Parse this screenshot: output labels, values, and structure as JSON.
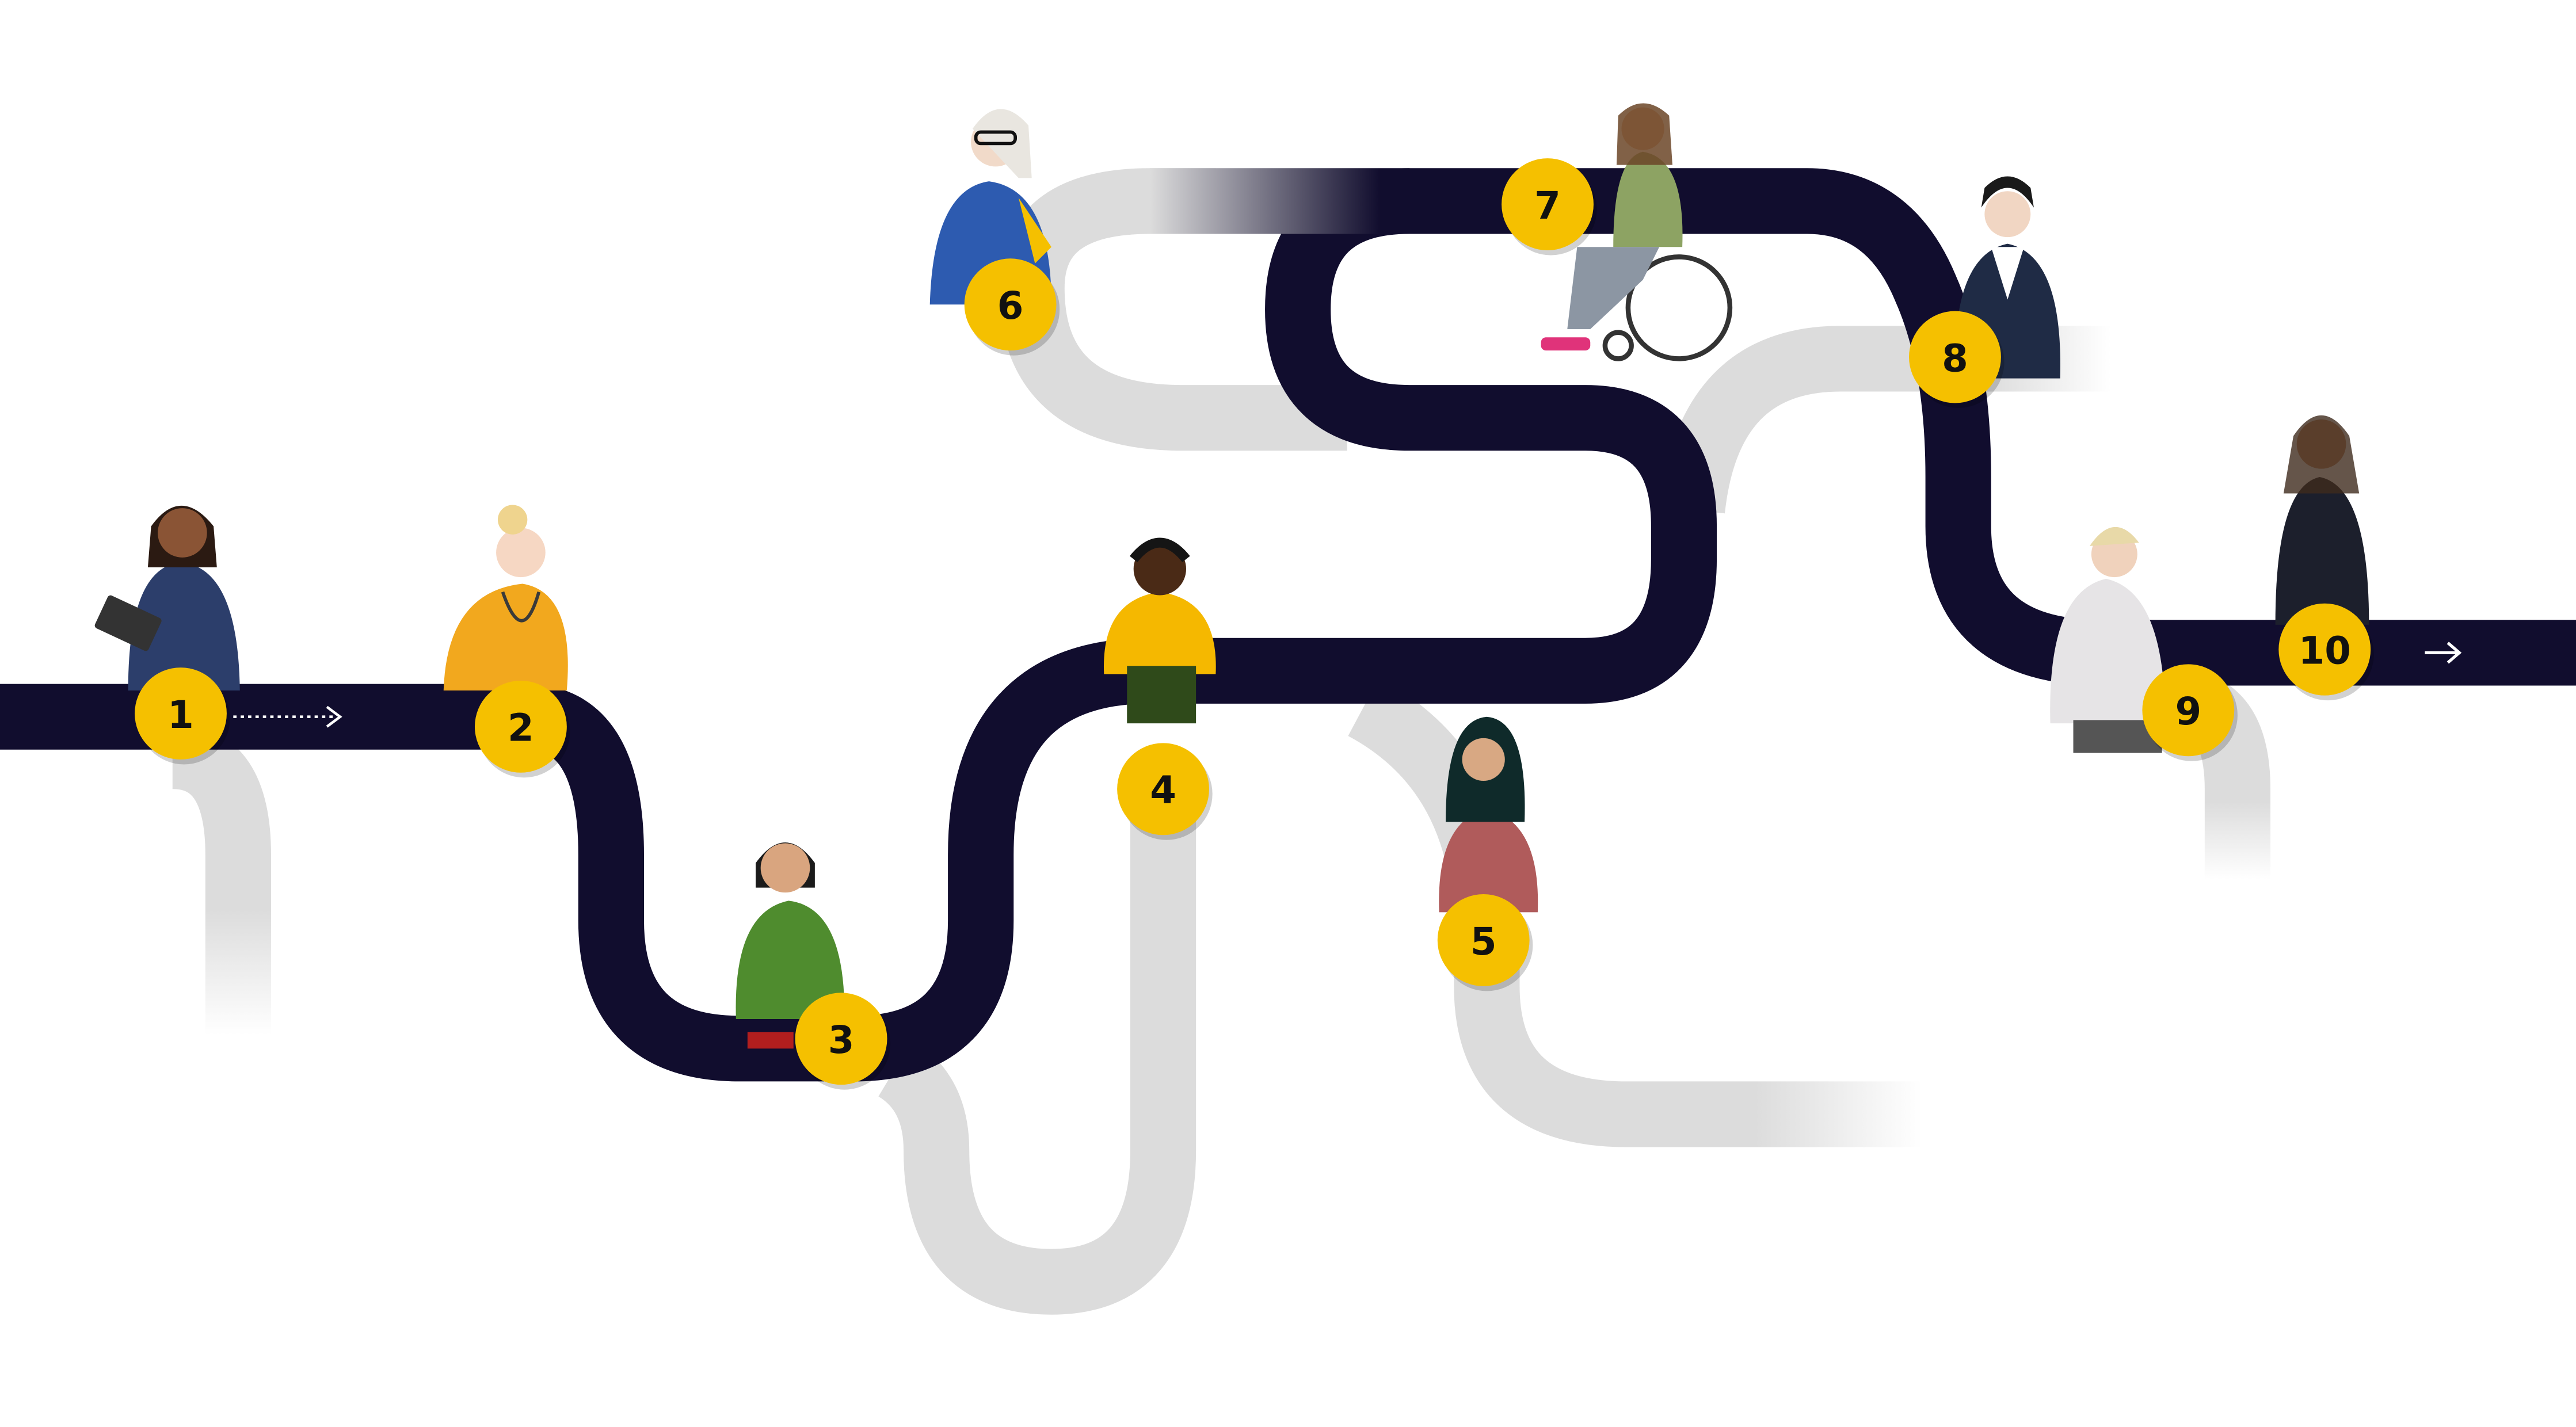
{
  "colors": {
    "road": "#110d2e",
    "branch": "#dcdcdc",
    "marker": "#f5c000",
    "marker_text": "#111111",
    "background": "#ffffff"
  },
  "steps": [
    {
      "number": "1",
      "figure": "person-with-clipboard"
    },
    {
      "number": "2",
      "figure": "person-with-stethoscope"
    },
    {
      "number": "3",
      "figure": "person-in-green-polo"
    },
    {
      "number": "4",
      "figure": "athlete-in-gold-jersey"
    },
    {
      "number": "5",
      "figure": "person-in-hijab"
    },
    {
      "number": "6",
      "figure": "person-in-blue-polo"
    },
    {
      "number": "7",
      "figure": "person-in-wheelchair"
    },
    {
      "number": "8",
      "figure": "person-in-blazer"
    },
    {
      "number": "9",
      "figure": "person-in-hoodie"
    },
    {
      "number": "10",
      "figure": "person-in-black-dress"
    }
  ],
  "icons": {
    "start_arrow": "dotted-arrow-right-icon",
    "end_arrow": "arrow-right-icon"
  }
}
